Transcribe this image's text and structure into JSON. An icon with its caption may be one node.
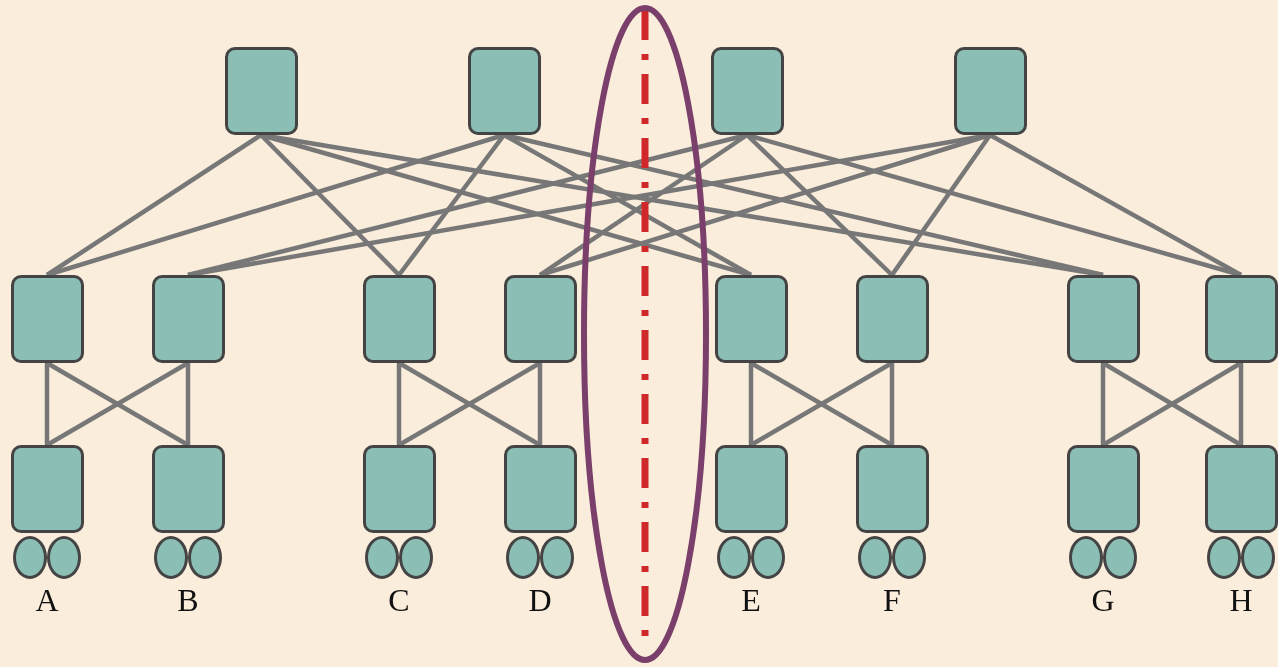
{
  "diagram": {
    "nodes": [
      {
        "text": [],
        "shape": "box"
      },
      {
        "text": [],
        "shape": "box"
      },
      {
        "text": [],
        "shape": "box"
      },
      {
        "text": [],
        "shape": "box"
      },
      {
        "text": [],
        "shape": "box"
      },
      {
        "text": [],
        "shape": "box"
      },
      {
        "text": [],
        "shape": "box"
      },
      {
        "text": [],
        "shape": "box"
      },
      {
        "text": [],
        "shape": "box"
      },
      {
        "text": [],
        "shape": "box"
      },
      {
        "text": [],
        "shape": "box"
      },
      {
        "text": [],
        "shape": "box"
      },
      {
        "text": [],
        "shape": "box"
      },
      {
        "text": [],
        "shape": "box"
      },
      {
        "text": [],
        "shape": "box"
      },
      {
        "text": [],
        "shape": "box"
      },
      {
        "text": [],
        "shape": "box"
      },
      {
        "text": [],
        "shape": "box"
      },
      {
        "text": [],
        "shape": "box"
      },
      {
        "text": [],
        "shape": "box"
      },
      {
        "text": [],
        "shape": "circle"
      },
      {
        "text": [],
        "shape": "circle"
      },
      {
        "text": [],
        "shape": "circle"
      },
      {
        "text": [],
        "shape": "circle"
      },
      {
        "text": [],
        "shape": "circle"
      },
      {
        "text": [],
        "shape": "circle"
      },
      {
        "text": [],
        "shape": "circle"
      },
      {
        "text": [],
        "shape": "circle"
      },
      {
        "text": [],
        "shape": "circle"
      },
      {
        "text": [],
        "shape": "circle"
      },
      {
        "text": [],
        "shape": "circle"
      },
      {
        "text": [],
        "shape": "circle"
      },
      {
        "text": [],
        "shape": "circle"
      },
      {
        "text": [],
        "shape": "circle"
      },
      {
        "text": [],
        "shape": "circle"
      },
      {
        "text": [],
        "shape": "circle"
      }
    ],
    "edges": [
      {
        "from": 0,
        "to": 4,
        "arrow": "none"
      },
      {
        "from": 0,
        "to": 6,
        "arrow": "none"
      },
      {
        "from": 0,
        "to": 8,
        "arrow": "none"
      },
      {
        "from": 0,
        "to": 10,
        "arrow": "none"
      },
      {
        "from": 1,
        "to": 4,
        "arrow": "none"
      },
      {
        "from": 1,
        "to": 6,
        "arrow": "none"
      },
      {
        "from": 1,
        "to": 8,
        "arrow": "none"
      },
      {
        "from": 1,
        "to": 10,
        "arrow": "none"
      },
      {
        "from": 2,
        "to": 5,
        "arrow": "none"
      },
      {
        "from": 2,
        "to": 7,
        "arrow": "none"
      },
      {
        "from": 2,
        "to": 9,
        "arrow": "none"
      },
      {
        "from": 2,
        "to": 11,
        "arrow": "none"
      },
      {
        "from": 3,
        "to": 5,
        "arrow": "none"
      },
      {
        "from": 3,
        "to": 7,
        "arrow": "none"
      },
      {
        "from": 3,
        "to": 9,
        "arrow": "none"
      },
      {
        "from": 3,
        "to": 11,
        "arrow": "none"
      },
      {
        "from": 4,
        "to": 12,
        "arrow": "none"
      },
      {
        "from": 4,
        "to": 13,
        "arrow": "none"
      },
      {
        "from": 5,
        "to": 12,
        "arrow": "none"
      },
      {
        "from": 5,
        "to": 13,
        "arrow": "none"
      },
      {
        "from": 6,
        "to": 14,
        "arrow": "none"
      },
      {
        "from": 6,
        "to": 15,
        "arrow": "none"
      },
      {
        "from": 7,
        "to": 14,
        "arrow": "none"
      },
      {
        "from": 7,
        "to": 15,
        "arrow": "none"
      },
      {
        "from": 8,
        "to": 16,
        "arrow": "none"
      },
      {
        "from": 8,
        "to": 17,
        "arrow": "none"
      },
      {
        "from": 9,
        "to": 16,
        "arrow": "none"
      },
      {
        "from": 9,
        "to": 17,
        "arrow": "none"
      },
      {
        "from": 10,
        "to": 18,
        "arrow": "none"
      },
      {
        "from": 10,
        "to": 19,
        "arrow": "none"
      },
      {
        "from": 11,
        "to": 18,
        "arrow": "none"
      },
      {
        "from": 11,
        "to": 19,
        "arrow": "none"
      }
    ],
    "labels": [
      "A",
      "B",
      "C",
      "D",
      "E",
      "F",
      "G",
      "H"
    ]
  }
}
